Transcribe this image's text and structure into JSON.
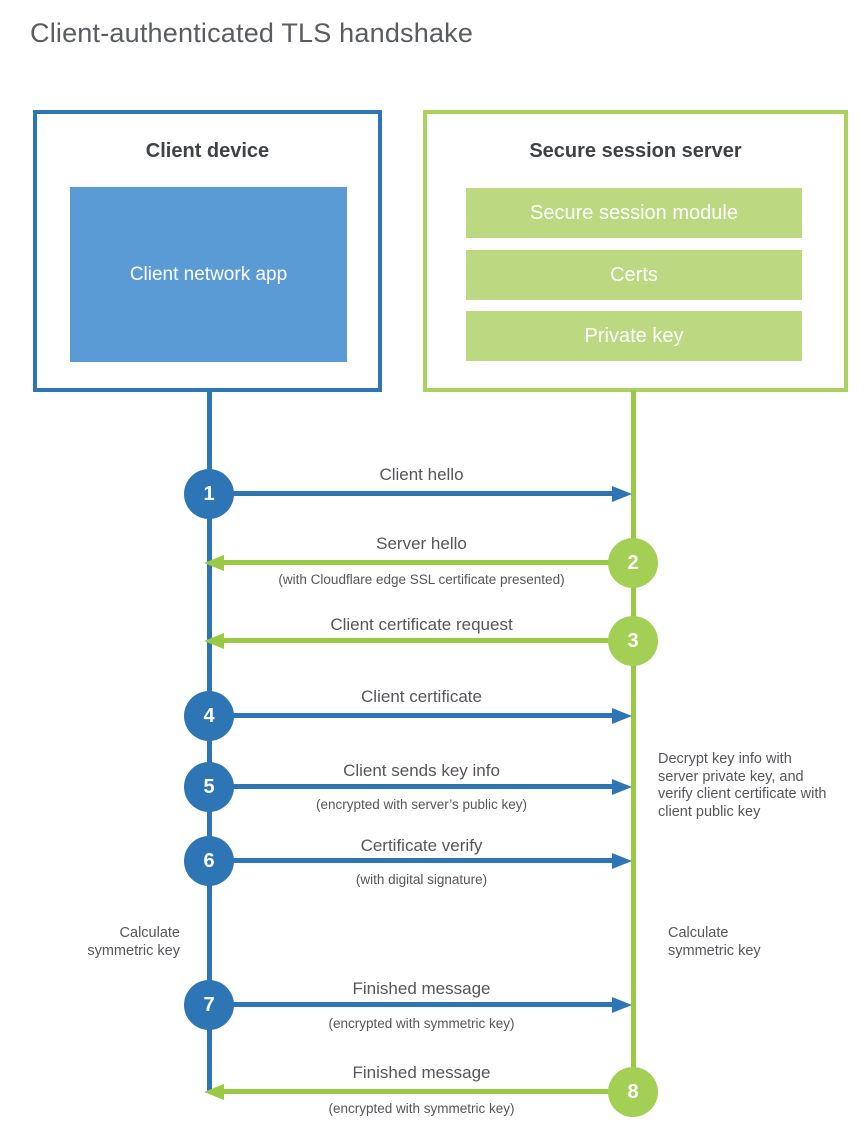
{
  "title": "Client-authenticated TLS handshake",
  "colors": {
    "blue_line": "#2e75b5",
    "blue_fill": "#5b9bd5",
    "green_line": "#9aca43",
    "green_circle": "#a3cf54",
    "green_bar": "#bcd981",
    "green_border": "#a9d25f",
    "text": "#54565a"
  },
  "client_box": {
    "title": "Client device",
    "app_label": "Client network app"
  },
  "server_box": {
    "title": "Secure session server",
    "modules": [
      "Secure session module",
      "Certs",
      "Private key"
    ]
  },
  "steps": [
    {
      "num": "1",
      "label": "Client hello",
      "sub": "",
      "direction": "client-to-server"
    },
    {
      "num": "2",
      "label": "Server hello",
      "sub": "(with Cloudflare edge SSL certificate presented)",
      "direction": "server-to-client"
    },
    {
      "num": "3",
      "label": "Client certificate request",
      "sub": "",
      "direction": "server-to-client"
    },
    {
      "num": "4",
      "label": "Client certificate",
      "sub": "",
      "direction": "client-to-server"
    },
    {
      "num": "5",
      "label": "Client sends key info",
      "sub": "(encrypted with server’s public key)",
      "direction": "client-to-server"
    },
    {
      "num": "6",
      "label": "Certificate verify",
      "sub": "(with digital signature)",
      "direction": "client-to-server"
    },
    {
      "num": "7",
      "label": "Finished message",
      "sub": "(encrypted with symmetric key)",
      "direction": "client-to-server"
    },
    {
      "num": "8",
      "label": "Finished message",
      "sub": "(encrypted with symmetric key)",
      "direction": "server-to-client"
    }
  ],
  "notes": {
    "decrypt": "Decrypt key info with server private key, and verify client certificate with client public key",
    "calc_left": "Calculate symmetric key",
    "calc_right": "Calculate symmetric key"
  }
}
